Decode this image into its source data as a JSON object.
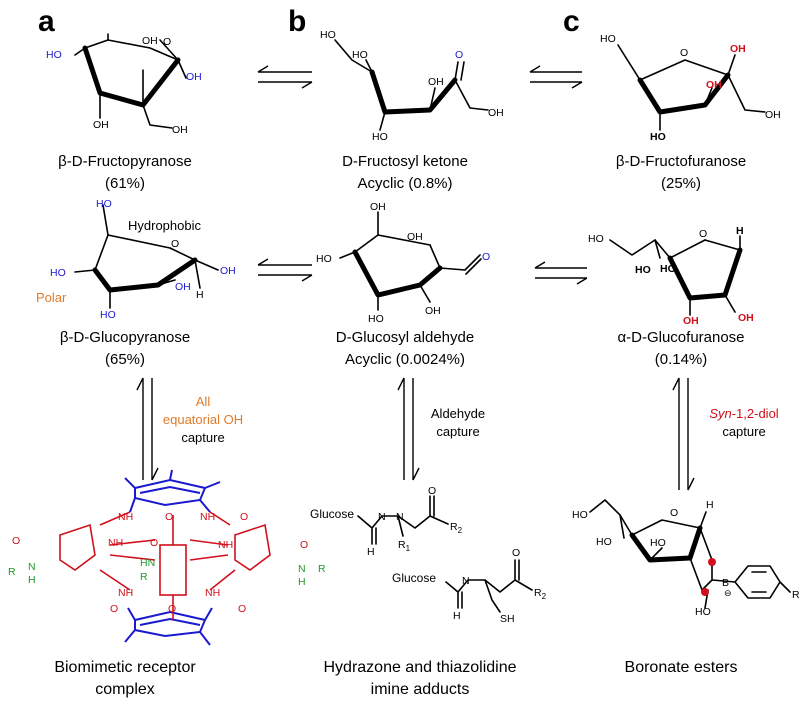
{
  "panels": {
    "a": "a",
    "b": "b",
    "c": "c"
  },
  "row1": {
    "fructopyranose": {
      "name": "β-D-Fructopyranose",
      "pct": "(61%)"
    },
    "fructosyl": {
      "name": "D-Fructosyl ketone",
      "pct": "Acyclic (0.8%)"
    },
    "fructofuranose": {
      "name": "β-D-Fructofuranose",
      "pct": "(25%)"
    }
  },
  "row2": {
    "glucopyranose": {
      "name": "β-D-Glucopyranose",
      "pct": "(65%)",
      "hydrophobic": "Hydrophobic",
      "polar": "Polar"
    },
    "glucosyl": {
      "name": "D-Glucosyl aldehyde",
      "pct": "Acyclic (0.0024%)"
    },
    "glucofuranose": {
      "name": "α-D-Glucofuranose",
      "pct": "(0.14%)"
    }
  },
  "capture": {
    "left": {
      "line1": "All",
      "line2": "equatorial OH",
      "line3": "capture"
    },
    "mid": {
      "line1": "Aldehyde",
      "line2": "capture"
    },
    "right": {
      "line1": "Syn",
      "line1b": "-1,2-diol",
      "line2": "capture"
    }
  },
  "bottom": {
    "left": {
      "line1": "Biomimetic receptor",
      "line2": "complex"
    },
    "mid": {
      "line1": "Hydrazone and thiazolidine",
      "line2": "imine adducts"
    },
    "right": {
      "line1": "Boronate esters"
    }
  },
  "atoms": {
    "OH": "OH",
    "HO": "HO",
    "O": "O",
    "H": "H",
    "NH": "NH",
    "HN": "HN",
    "N": "N",
    "R": "R",
    "R1": "R",
    "sub1": "1",
    "R2": "R",
    "sub2": "2",
    "Glucose": "Glucose",
    "SH": "SH",
    "B": "B",
    "minus": "⊖"
  },
  "colors": {
    "red": "#d0101c",
    "blue": "#1a1ad0",
    "orange": "#e07b2a",
    "green": "#22962c"
  }
}
